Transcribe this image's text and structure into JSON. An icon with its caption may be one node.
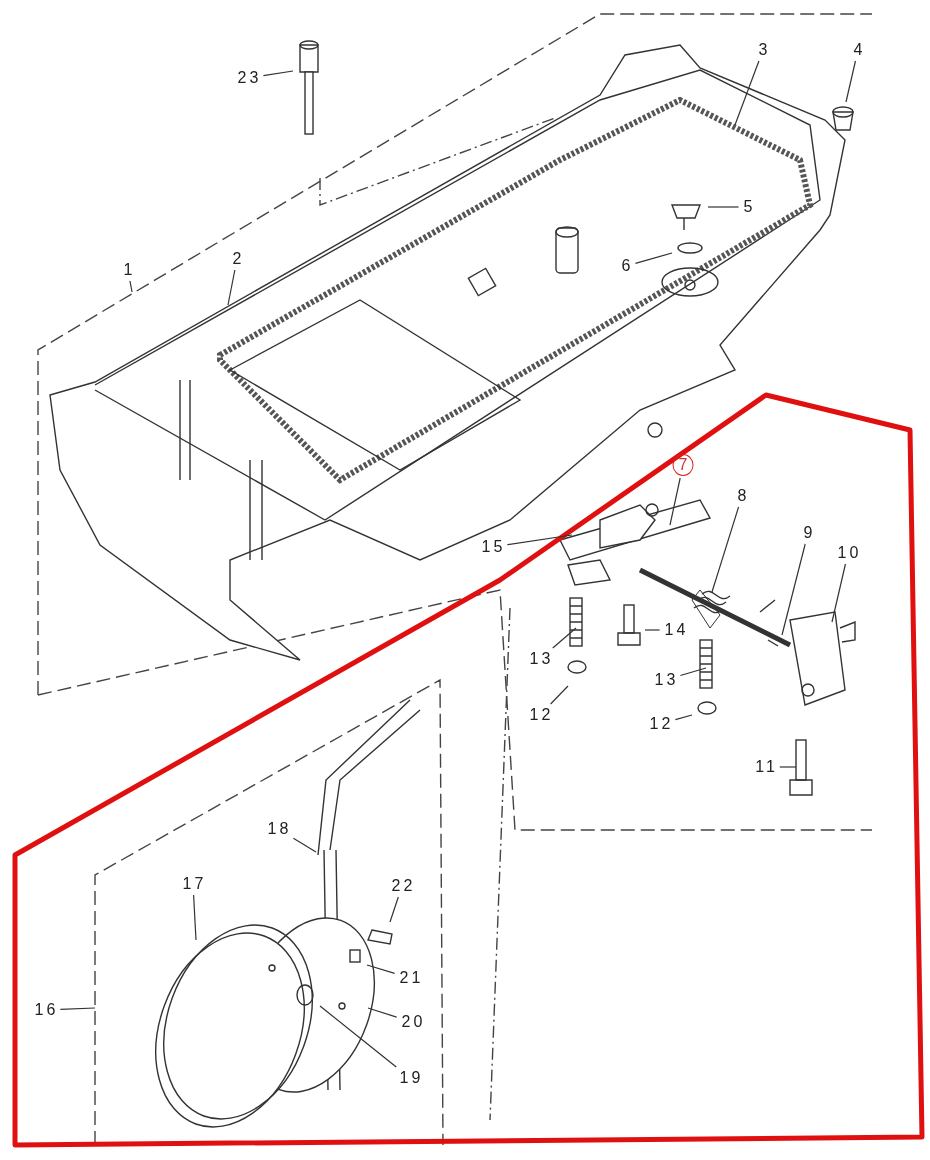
{
  "diagram": {
    "nodes": [
      {
        "text": [
          "23"
        ]
      },
      {
        "text": [
          "4"
        ]
      },
      {
        "text": [
          "3"
        ]
      },
      {
        "text": [
          "5"
        ]
      },
      {
        "text": [
          "6"
        ]
      },
      {
        "text": [
          "1"
        ]
      },
      {
        "text": [
          "2"
        ]
      },
      {
        "text": [
          "7"
        ]
      },
      {
        "text": [
          "15"
        ]
      },
      {
        "text": [
          "8"
        ]
      },
      {
        "text": [
          "9"
        ]
      },
      {
        "text": [
          "10"
        ]
      },
      {
        "text": [
          "14"
        ]
      },
      {
        "text": [
          "13"
        ]
      },
      {
        "text": [
          "13"
        ]
      },
      {
        "text": [
          "12"
        ]
      },
      {
        "text": [
          "12"
        ]
      },
      {
        "text": [
          "11"
        ]
      },
      {
        "text": [
          "18"
        ]
      },
      {
        "text": [
          "22"
        ]
      },
      {
        "text": [
          "17"
        ]
      },
      {
        "text": [
          "21"
        ]
      },
      {
        "text": [
          "16"
        ]
      },
      {
        "text": [
          "20"
        ]
      },
      {
        "text": [
          "19"
        ]
      }
    ],
    "edges": [
      {
        "from": 0,
        "to": null,
        "arrow": "none"
      },
      {
        "from": 1,
        "to": null,
        "arrow": "none"
      },
      {
        "from": 2,
        "to": null,
        "arrow": "none"
      },
      {
        "from": 3,
        "to": null,
        "arrow": "none"
      },
      {
        "from": 4,
        "to": null,
        "arrow": "none"
      },
      {
        "from": 5,
        "to": null,
        "arrow": "none"
      },
      {
        "from": 6,
        "to": null,
        "arrow": "none"
      },
      {
        "from": 7,
        "to": null,
        "arrow": "none"
      },
      {
        "from": 8,
        "to": null,
        "arrow": "none"
      },
      {
        "from": 9,
        "to": null,
        "arrow": "none"
      },
      {
        "from": 10,
        "to": null,
        "arrow": "none"
      },
      {
        "from": 11,
        "to": null,
        "arrow": "none"
      },
      {
        "from": 12,
        "to": null,
        "arrow": "none"
      },
      {
        "from": 13,
        "to": null,
        "arrow": "none"
      },
      {
        "from": 14,
        "to": null,
        "arrow": "none"
      },
      {
        "from": 15,
        "to": null,
        "arrow": "none"
      },
      {
        "from": 16,
        "to": null,
        "arrow": "none"
      },
      {
        "from": 17,
        "to": null,
        "arrow": "none"
      },
      {
        "from": 18,
        "to": null,
        "arrow": "none"
      },
      {
        "from": 19,
        "to": null,
        "arrow": "none"
      },
      {
        "from": 20,
        "to": null,
        "arrow": "none"
      },
      {
        "from": 21,
        "to": null,
        "arrow": "none"
      },
      {
        "from": 22,
        "to": null,
        "arrow": "none"
      },
      {
        "from": 23,
        "to": null,
        "arrow": "none"
      },
      {
        "from": 24,
        "to": null,
        "arrow": "none"
      }
    ]
  }
}
